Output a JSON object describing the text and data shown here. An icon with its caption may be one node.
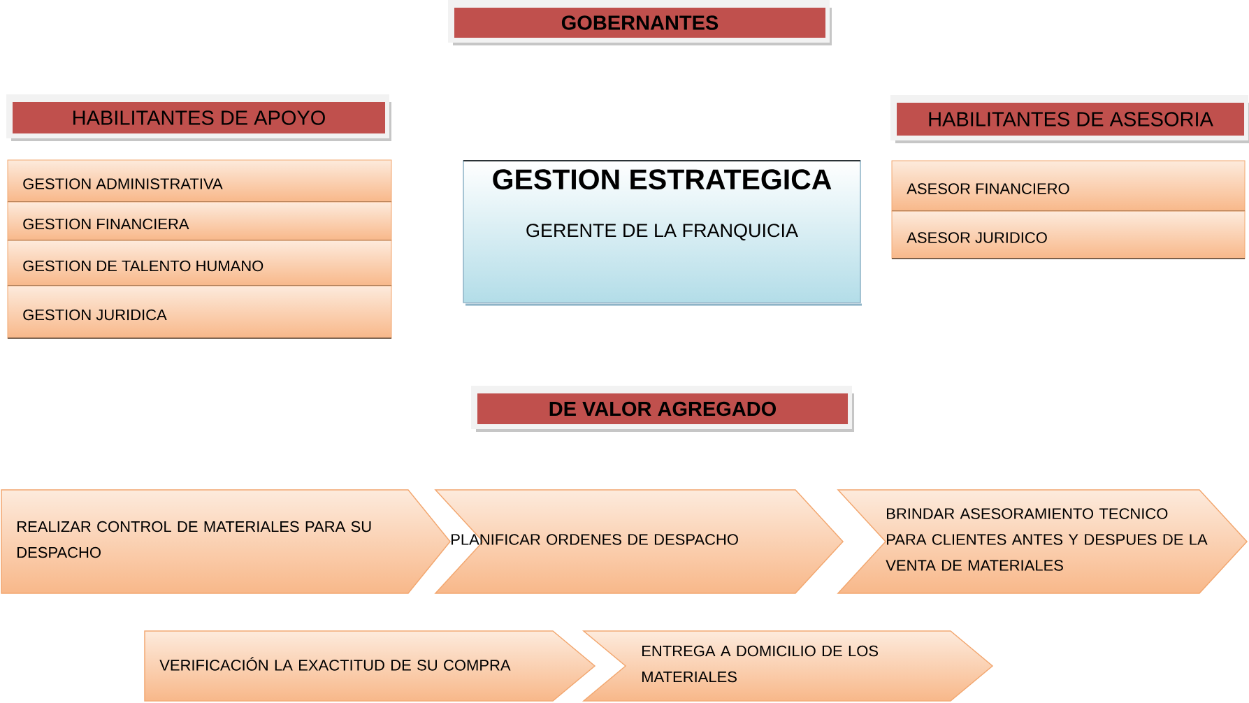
{
  "diagram": {
    "nodes": [
      {
        "text": [
          "GOBERNANTES"
        ]
      },
      {
        "text": [
          "HABILITANTES DE APOYO"
        ]
      },
      {
        "text": [
          "GESTION ADMINISTRATIVA"
        ]
      },
      {
        "text": [
          "GESTION FINANCIERA"
        ]
      },
      {
        "text": [
          "GESTION DE TALENTO HUMANO"
        ]
      },
      {
        "text": [
          "GESTION JURIDICA"
        ]
      },
      {
        "text": [
          "GESTION ESTRATEGICA",
          "GERENTE DE LA FRANQUICIA"
        ]
      },
      {
        "text": [
          "HABILITANTES DE ASESORIA"
        ]
      },
      {
        "text": [
          "ASESOR FINANCIERO"
        ]
      },
      {
        "text": [
          "ASESOR  JURIDICO"
        ]
      },
      {
        "text": [
          "DE VALOR AGREGADO"
        ]
      },
      {
        "text": [
          "REALIZAR CONTROL DE MATERIALES PARA SU DESPACHO"
        ]
      },
      {
        "text": [
          "PLANIFICAR ORDENES DE DESPACHO"
        ]
      },
      {
        "text": [
          "BRINDAR ASESORAMIENTO  TECNICO PARA CLIENTES ANTES Y DESPUES DE LA VENTA DE MATERIALES"
        ]
      },
      {
        "text": [
          "VERIFICACIÓN LA EXACTITUD DE SU COMPRA"
        ]
      },
      {
        "text": [
          "ENTREGA A DOMICILIO DE LOS MATERIALES"
        ]
      }
    ]
  }
}
